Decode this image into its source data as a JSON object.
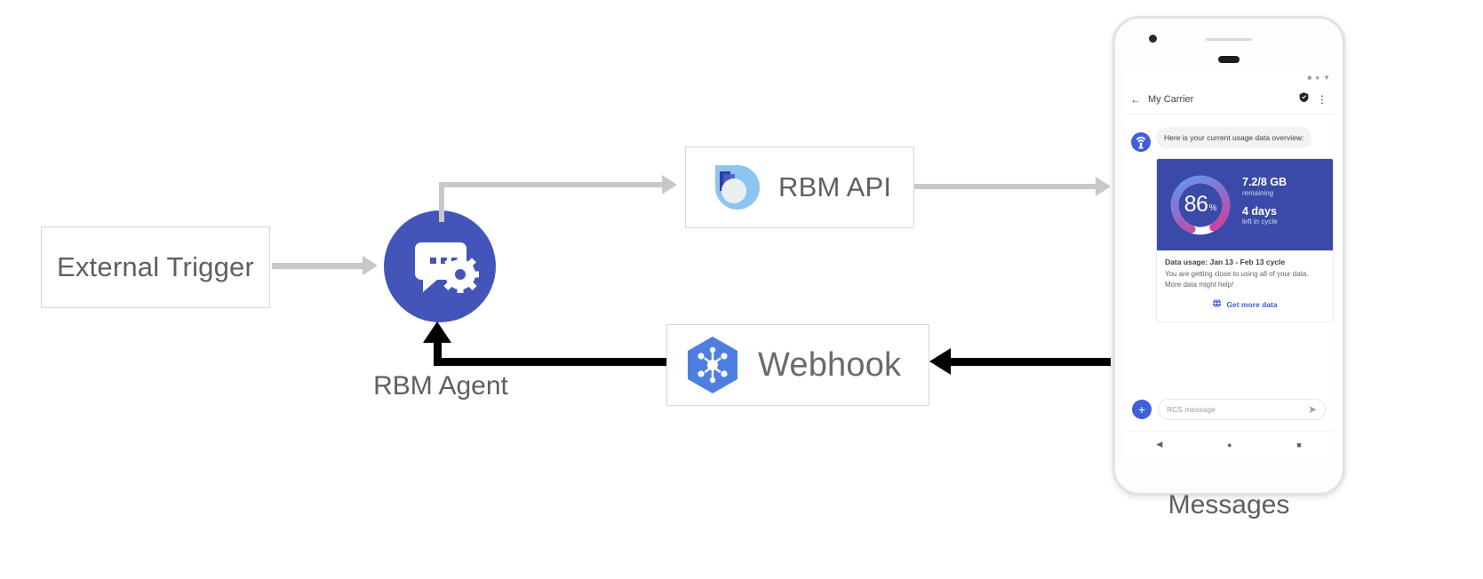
{
  "diagram": {
    "external_trigger": {
      "label": "External Trigger"
    },
    "rbm_agent": {
      "label": "RBM Agent"
    },
    "rbm_api": {
      "label": "RBM API"
    },
    "webhook": {
      "label": "Webhook"
    },
    "phone_caption": "Messages",
    "colors": {
      "agent_circle": "#4355b9",
      "webhook_hex": "#4e7fe0",
      "api_droplet": "#8ec5f0",
      "gray_arrow": "#c8c8c8",
      "black_arrow": "#000000",
      "box_border": "#d6d6d6"
    }
  },
  "phone": {
    "status_bar": {
      "icons": [
        "signal-icon",
        "wifi-icon",
        "battery-icon"
      ]
    },
    "app_bar": {
      "back_icon": "←",
      "title": "My Carrier",
      "verified_icon": "shield-check-icon",
      "overflow_icon": "⋮"
    },
    "conversation": {
      "avatar_icon": "cell-tower-icon",
      "message": "Here is your current usage data overview:"
    },
    "rich_card": {
      "gauge": {
        "value": "86",
        "unit": "%",
        "percent": 86,
        "gradient_start": "#5b9bf0",
        "gradient_mid": "#8f6fd0",
        "gradient_end": "#e0338e",
        "track": "#ffffff"
      },
      "stats": [
        {
          "value": "7.2/8 GB",
          "caption": "remaining"
        },
        {
          "value": "4 days",
          "caption": "left in cycle"
        }
      ],
      "title": "Data usage: Jan 13 - Feb 13 cycle",
      "description": "You are getting close to using all of your data. More data might help!",
      "action": {
        "icon": "globe-icon",
        "label": "Get more data",
        "color": "#3f60d6"
      }
    },
    "composer": {
      "plus_icon": "+",
      "placeholder": "RCS message",
      "send_icon": "send-icon"
    },
    "nav_bar": {
      "back": "◀",
      "home": "●",
      "recents": "■"
    }
  }
}
